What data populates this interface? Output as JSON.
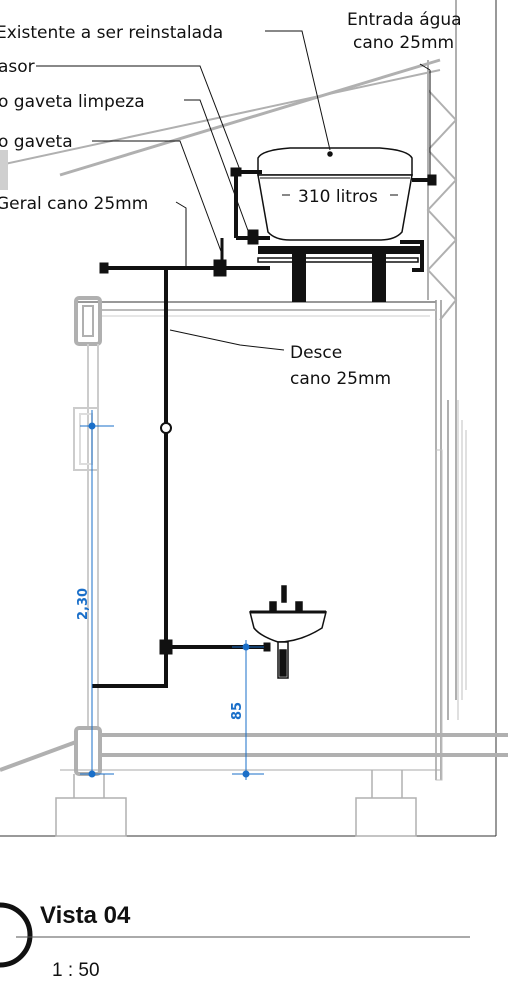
{
  "labels": {
    "existente": "Existente a ser reinstalada",
    "entrada_line1": "Entrada água",
    "entrada_line2": "cano 25mm",
    "asor": "asor",
    "gaveta_limpeza": "o gaveta limpeza",
    "gaveta": "o gaveta",
    "geral": "Geral cano 25mm",
    "tank_capacity": "310 litros",
    "desce_line1": "Desce",
    "desce_line2": "cano 25mm"
  },
  "dimensions": {
    "height_total": "2,30",
    "height_sink": "85"
  },
  "view": {
    "title": "Vista 04",
    "scale": "1 : 50"
  },
  "colors": {
    "line": "#111111",
    "structure": "#b0b0b0",
    "dimension": "#1a6fc9"
  }
}
